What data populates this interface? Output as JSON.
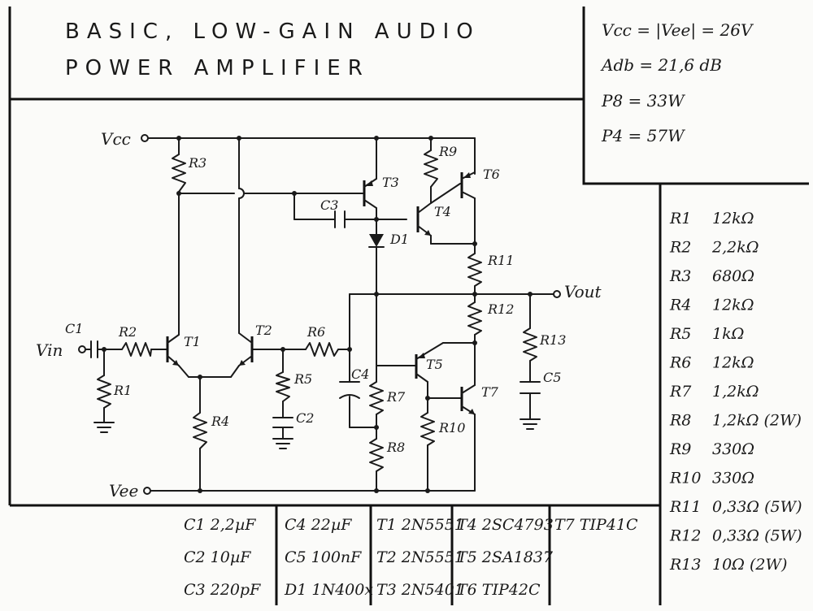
{
  "title": {
    "line1": "BASIC, LOW-GAIN AUDIO",
    "line2": "POWER AMPLIFIER"
  },
  "specs": [
    "Vcc = |Vee| = 26V",
    "Adb = 21,6 dB",
    "P8 = 33W",
    "P4 = 57W"
  ],
  "nodes": {
    "vcc": "Vcc",
    "vee": "Vee",
    "vin": "Vin",
    "vout": "Vout"
  },
  "labels": {
    "r1": "R1",
    "r2": "R2",
    "r3": "R3",
    "r4": "R4",
    "r5": "R5",
    "r6": "R6",
    "r7": "R7",
    "r8": "R8",
    "r9": "R9",
    "r10": "R10",
    "r11": "R11",
    "r12": "R12",
    "r13": "R13",
    "c1": "C1",
    "c2": "C2",
    "c3": "C3",
    "c4": "C4",
    "c5": "C5",
    "d1": "D1",
    "t1": "T1",
    "t2": "T2",
    "t3": "T3",
    "t4": "T4",
    "t5": "T5",
    "t6": "T6",
    "t7": "T7"
  },
  "resistors": [
    {
      "ref": "R1",
      "value": "12kΩ"
    },
    {
      "ref": "R2",
      "value": "2,2kΩ"
    },
    {
      "ref": "R3",
      "value": "680Ω"
    },
    {
      "ref": "R4",
      "value": "12kΩ"
    },
    {
      "ref": "R5",
      "value": "1kΩ"
    },
    {
      "ref": "R6",
      "value": "12kΩ"
    },
    {
      "ref": "R7",
      "value": "1,2kΩ"
    },
    {
      "ref": "R8",
      "value": "1,2kΩ (2W)"
    },
    {
      "ref": "R9",
      "value": "330Ω"
    },
    {
      "ref": "R10",
      "value": "330Ω"
    },
    {
      "ref": "R11",
      "value": "0,33Ω (5W)"
    },
    {
      "ref": "R12",
      "value": "0,33Ω (5W)"
    },
    {
      "ref": "R13",
      "value": "10Ω (2W)"
    }
  ],
  "parts_table": [
    [
      "C1 2,2µF",
      "C2 10µF",
      "C3 220pF"
    ],
    [
      "C4 22µF",
      "C5 100nF",
      "D1 1N400x"
    ],
    [
      "T1 2N5551",
      "T2 2N5551",
      "T3 2N5401"
    ],
    [
      "T4 2SC4793",
      "T5 2SA1837",
      "T6 TIP42C"
    ],
    [
      "T7 TIP41C"
    ]
  ]
}
